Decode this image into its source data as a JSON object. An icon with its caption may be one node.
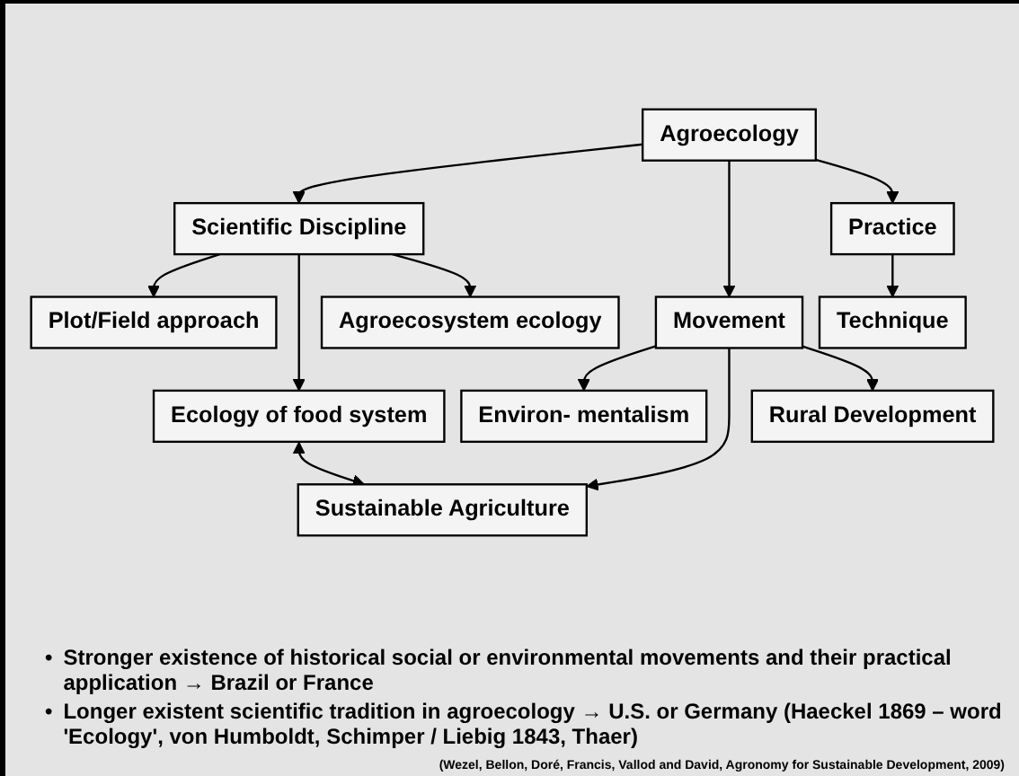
{
  "diagram": {
    "nodes": [
      {
        "text": [
          "Agroecology"
        ]
      },
      {
        "text": [
          "Scientific Discipline"
        ]
      },
      {
        "text": [
          "Movement"
        ]
      },
      {
        "text": [
          "Practice"
        ]
      },
      {
        "text": [
          "Plot/Field approach"
        ]
      },
      {
        "text": [
          "Agroecosystem ecology"
        ]
      },
      {
        "text": [
          "Environ- mentalism"
        ]
      },
      {
        "text": [
          "Rural Development"
        ]
      },
      {
        "text": [
          "Technique"
        ]
      },
      {
        "text": [
          "Ecology of food system"
        ]
      },
      {
        "text": [
          "Sustainable Agriculture"
        ]
      }
    ],
    "edges": [
      {
        "from": 0,
        "to": 1,
        "arrow": "to"
      },
      {
        "from": 0,
        "to": 2,
        "arrow": "to"
      },
      {
        "from": 0,
        "to": 3,
        "arrow": "to"
      },
      {
        "from": 1,
        "to": 4,
        "arrow": "to"
      },
      {
        "from": 1,
        "to": 9,
        "arrow": "to"
      },
      {
        "from": 1,
        "to": 5,
        "arrow": "to"
      },
      {
        "from": 2,
        "to": 6,
        "arrow": "to"
      },
      {
        "from": 2,
        "to": 10,
        "arrow": "to"
      },
      {
        "from": 2,
        "to": 7,
        "arrow": "to"
      },
      {
        "from": 3,
        "to": 8,
        "arrow": "to"
      },
      {
        "from": 9,
        "to": 10,
        "arrow": "both"
      }
    ],
    "labels": [
      "•",
      "Stronger existence of historical social or environmental movements and their practical application → Brazil or France",
      "•",
      "Longer existent scientific tradition in agroecology → U.S. or Germany (Haeckel 1869 – word 'Ecology', von Humboldt, Schimper / Liebig 1843, Thaer)",
      "(Wezel, Bellon, Doré, Francis, Vallod and David, Agronomy for Sustainable Development, 2009)"
    ]
  }
}
